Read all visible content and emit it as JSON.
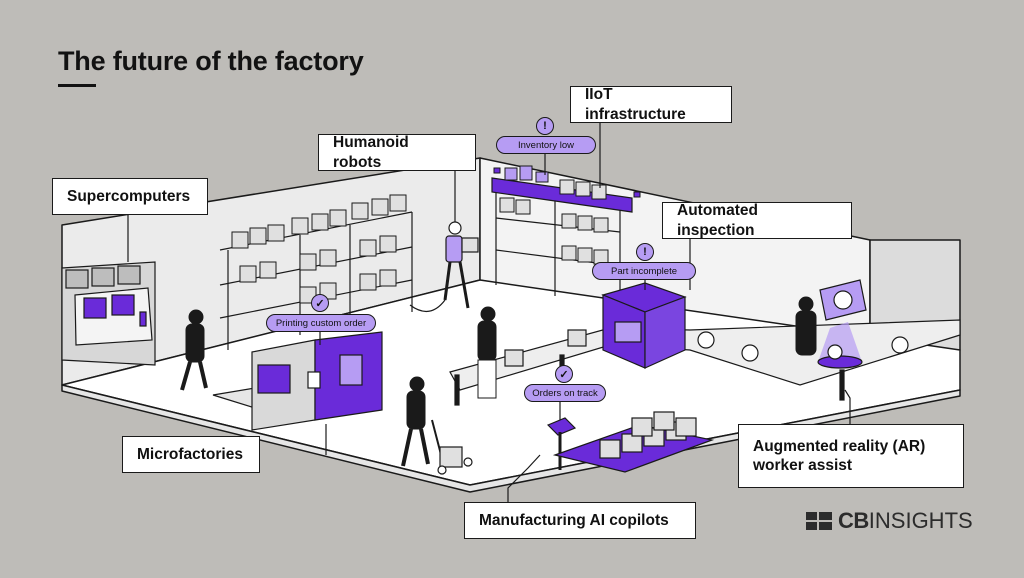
{
  "title": "The future of the factory",
  "callouts": {
    "supercomputers": "Supercomputers",
    "humanoid_robots": "Humanoid robots",
    "iiot_infrastructure": "IIoT infrastructure",
    "automated_inspection": "Automated inspection",
    "microfactories": "Microfactories",
    "ai_copilots": "Manufacturing AI copilots",
    "ar_worker_assist_line1": "Augmented reality (AR)",
    "ar_worker_assist_line2": "worker assist"
  },
  "status_pills": {
    "inventory": "Inventory low",
    "printing": "Printing custom order",
    "part": "Part incomplete",
    "orders": "Orders on track"
  },
  "badges": {
    "alert_symbol": "!",
    "check_symbol": "✓"
  },
  "logo": {
    "brand_bold": "CB",
    "brand_regular": "INSIGHTS"
  },
  "colors": {
    "background": "#bebcb8",
    "accent_purple": "#6a2bd9",
    "light_purple": "#b69cf3",
    "floor": "#ffffff",
    "wall": "#ebebeb",
    "outline": "#1a1a1a"
  }
}
